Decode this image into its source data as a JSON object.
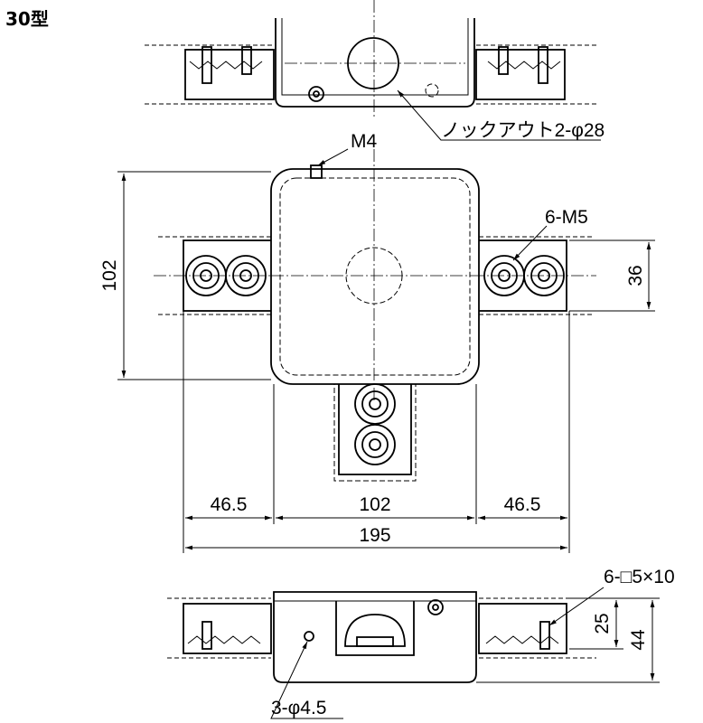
{
  "title": "30型",
  "labels": {
    "knockout": "ノックアウト2-φ28",
    "m4": "M4",
    "m5": "6-M5",
    "slot": "6-□5×10",
    "holes": "3-φ4.5"
  },
  "dimensions": {
    "height_box": "102",
    "rail_width": "36",
    "left_ext": "46.5",
    "box_width": "102",
    "right_ext": "46.5",
    "total_width": "195",
    "depth_inner": "25",
    "depth_total": "44"
  }
}
